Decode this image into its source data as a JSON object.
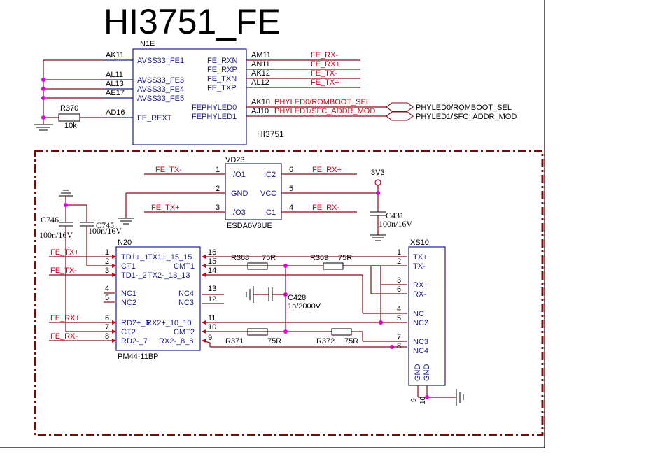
{
  "title": "HI3751_FE",
  "u1": {
    "ref": "N1E",
    "name": "HI3751",
    "left_pins": [
      {
        "ball": "AK11",
        "label": "AVSS33_FE1"
      },
      {
        "ball": "AL11",
        "label": "AVSS33_FE3"
      },
      {
        "ball": "AL13",
        "label": "AVSS33_FE4"
      },
      {
        "ball": "AE17",
        "label": "AVSS33_FE5"
      },
      {
        "ball": "AD16",
        "label": "FE_REXT"
      }
    ],
    "right_pins": [
      {
        "ball": "AM11",
        "label": "FE_RXN",
        "net": "FE_RX-"
      },
      {
        "ball": "AN11",
        "label": "FE_RXP",
        "net": "FE_RX+"
      },
      {
        "ball": "AK12",
        "label": "FE_TXN",
        "net": "FE_TX-"
      },
      {
        "ball": "AL12",
        "label": "FE_TXP",
        "net": "FE_TX+"
      },
      {
        "ball": "AK10",
        "label": "FEPHYLED0",
        "net": "PHYLED0/ROMBOOT_SEL"
      },
      {
        "ball": "AJ10",
        "label": "FEPHYLED1",
        "net": "PHYLED1/SFC_ADDR_MOD"
      }
    ],
    "ports": [
      "PHYLED0/ROMBOOT_SEL",
      "PHYLED1/SFC_ADDR_MOD"
    ]
  },
  "r370": {
    "ref": "R370",
    "value": "10k"
  },
  "vd23": {
    "ref": "VD23",
    "part": "ESDA6V8UE",
    "pins": [
      {
        "num": "1",
        "label": "I/O1",
        "net": "FE_TX-"
      },
      {
        "num": "2",
        "label": "GND"
      },
      {
        "num": "3",
        "label": "I/O3",
        "net": "FE_TX+"
      },
      {
        "num": "6",
        "label": "IC2",
        "net": "FE_RX+"
      },
      {
        "num": "5",
        "label": "VCC"
      },
      {
        "num": "4",
        "label": "IC1",
        "net": "FE_RX-"
      }
    ],
    "power": "3V3"
  },
  "caps": {
    "c431": {
      "ref": "C431",
      "value": "100n/16V"
    },
    "c746": {
      "ref": "C746",
      "value": "100n/16V"
    },
    "c745": {
      "ref": "C745",
      "value": "100n/16V"
    },
    "c428": {
      "ref": "C428",
      "value": "1n/2000V"
    }
  },
  "n20": {
    "ref": "N20",
    "part": "PM44-11BP",
    "left_pins": [
      {
        "num": "1",
        "label": "TD1+_1",
        "net": "FE_TX+"
      },
      {
        "num": "2",
        "label": "CT1"
      },
      {
        "num": "3",
        "label": "TD1-_2",
        "net": "FE_TX-"
      },
      {
        "num": "4",
        "label": "NC1"
      },
      {
        "num": "5",
        "label": "NC2"
      },
      {
        "num": "6",
        "label": "RD2+_6",
        "net": "FE_RX+"
      },
      {
        "num": "7",
        "label": "CT2"
      },
      {
        "num": "8",
        "label": "RD2-_7",
        "net": "FE_RX-"
      }
    ],
    "right_pins": [
      {
        "num": "16",
        "label": "TX1+_15_15"
      },
      {
        "num": "15",
        "label": "CMT1"
      },
      {
        "num": "14",
        "label": "TX2-_13_13"
      },
      {
        "num": "13",
        "label": "NC4"
      },
      {
        "num": "12",
        "label": "NC3"
      },
      {
        "num": "11",
        "label": "RX2+_10_10"
      },
      {
        "num": "10",
        "label": "CMT2"
      },
      {
        "num": "9",
        "label": "RX2-_8_8"
      }
    ]
  },
  "resistors": [
    {
      "ref": "R368",
      "value": "75R"
    },
    {
      "ref": "R369",
      "value": "75R"
    },
    {
      "ref": "R371",
      "value": "75R"
    },
    {
      "ref": "R372",
      "value": "75R"
    }
  ],
  "xs10": {
    "ref": "XS10",
    "pins": [
      {
        "num": "1",
        "label": "TX+"
      },
      {
        "num": "2",
        "label": "TX-"
      },
      {
        "num": "3",
        "label": "RX+"
      },
      {
        "num": "6",
        "label": "RX-"
      },
      {
        "num": "4",
        "label": "NC"
      },
      {
        "num": "5",
        "label": "NC2"
      },
      {
        "num": "7",
        "label": "NC3"
      },
      {
        "num": "8",
        "label": "NC4"
      }
    ],
    "bottom_pins": [
      {
        "num": "9",
        "label": "GND"
      },
      {
        "num": "10",
        "label": "GND"
      }
    ]
  },
  "colors": {
    "net_label": "#d0021b",
    "wire": "#8b0a1a",
    "pin_line": "#1f1f8f",
    "junction": "#e000e0",
    "frame": "#7a0a0a"
  }
}
